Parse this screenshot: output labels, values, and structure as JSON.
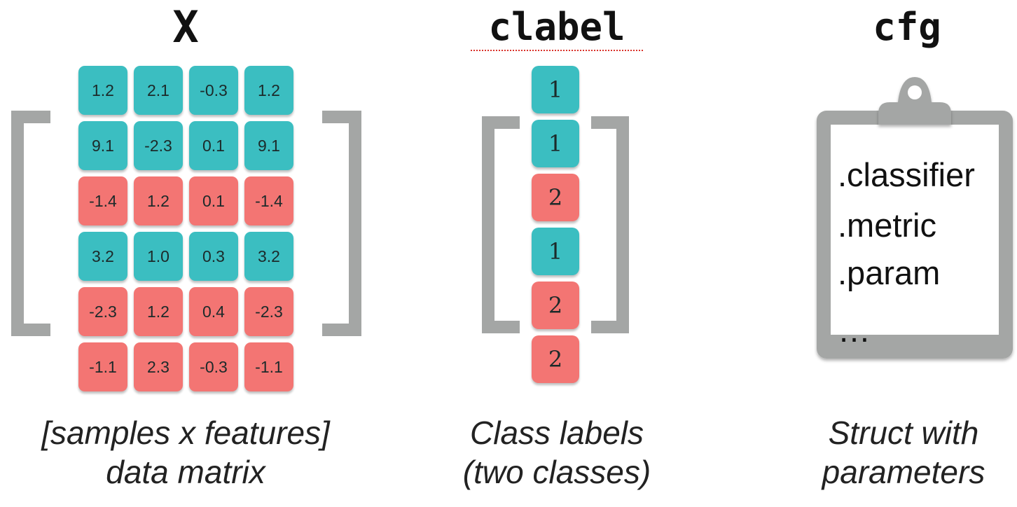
{
  "titles": {
    "x": "X",
    "clabel": "clabel",
    "cfg": "cfg"
  },
  "matrix": {
    "rows": [
      {
        "class": 1,
        "values": [
          "1.2",
          "2.1",
          "-0.3",
          "1.2"
        ]
      },
      {
        "class": 1,
        "values": [
          "9.1",
          "-2.3",
          "0.1",
          "9.1"
        ]
      },
      {
        "class": 2,
        "values": [
          "-1.4",
          "1.2",
          "0.1",
          "-1.4"
        ]
      },
      {
        "class": 1,
        "values": [
          "3.2",
          "1.0",
          "0.3",
          "3.2"
        ]
      },
      {
        "class": 2,
        "values": [
          "-2.3",
          "1.2",
          "0.4",
          "-2.3"
        ]
      },
      {
        "class": 2,
        "values": [
          "-1.1",
          "2.3",
          "-0.3",
          "-1.1"
        ]
      }
    ]
  },
  "labels": [
    "1",
    "1",
    "2",
    "1",
    "2",
    "2"
  ],
  "cfg_fields": [
    ".classifier",
    ".metric",
    ".param",
    "…"
  ],
  "captions": {
    "x": [
      "[samples x features]",
      "data matrix"
    ],
    "clabel": [
      "Class labels",
      "(two classes)"
    ],
    "cfg": [
      "Struct with",
      "parameters"
    ]
  },
  "colors": {
    "class1": "#3bbec1",
    "class2": "#f37573",
    "bracket": "#a4a6a5"
  }
}
